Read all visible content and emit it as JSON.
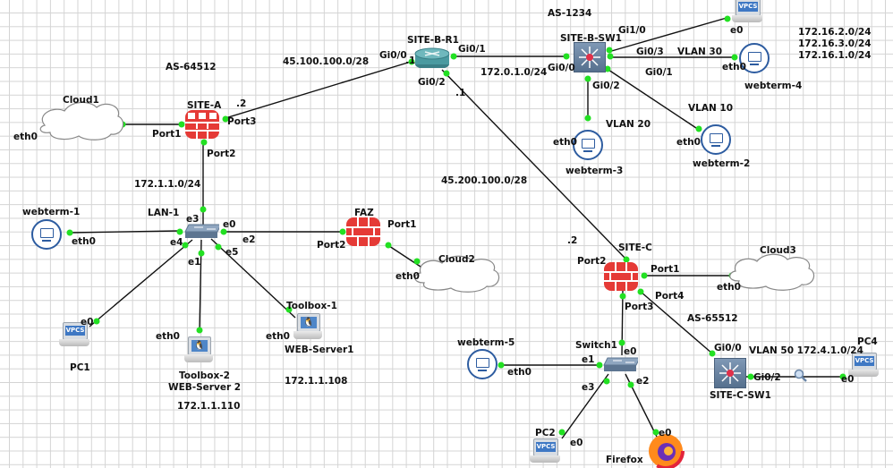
{
  "colors": {
    "firewall": "#e53a36",
    "link": "#111111",
    "port_dot": "#22e022",
    "grid": "#d4d4d4",
    "webterm": "#2d5ca0"
  },
  "annotations": {
    "as_site_a": "AS-64512",
    "as_site_b": "AS-1234",
    "as_site_c": "AS-65512",
    "net_a_b": "45.100.100.0/28",
    "net_b_c": "45.200.100.0/28",
    "net_r1_sw1": "172.0.1.0/24",
    "net_lan1": "172.1.1.0/24",
    "site_b_nets": [
      "172.16.2.0/24",
      "172.16.3.0/24",
      "172.16.1.0/24"
    ],
    "vlan30": "VLAN 30",
    "vlan20": "VLAN 20",
    "vlan10": "VLAN 10",
    "vlan50": "VLAN 50 172.4.1.0/24",
    "ip_web1": "172.1.1.108",
    "ip_web2": "172.1.1.110",
    "dot2_a": ".2",
    "dot1_r1a": ".1",
    "dot1_r1b": ".1",
    "dot2_c": ".2"
  },
  "nodes": {
    "cloud1": {
      "name": "Cloud1",
      "port": "eth0",
      "icon": "cloud-icon"
    },
    "site_a": {
      "name": "SITE-A",
      "ports": [
        "Port1",
        "Port2",
        "Port3"
      ],
      "icon": "firewall-icon"
    },
    "site_b_r1": {
      "name": "SITE-B-R1",
      "ports": [
        "Gi0/0",
        "Gi0/1",
        "Gi0/2"
      ],
      "icon": "router-icon"
    },
    "site_b_sw1": {
      "name": "SITE-B-SW1",
      "ports": [
        "Gi0/0",
        "Gi1/0",
        "Gi0/3",
        "Gi0/1",
        "Gi0/2"
      ],
      "icon": "multilayer-switch-icon"
    },
    "vpcs_b": {
      "name": "VPCS",
      "port": "e0",
      "icon": "vpcs-icon"
    },
    "webterm4": {
      "name": "webterm-4",
      "port": "eth0",
      "icon": "webterm-icon"
    },
    "webterm3": {
      "name": "webterm-3",
      "port": "eth0",
      "icon": "webterm-icon"
    },
    "webterm2": {
      "name": "webterm-2",
      "port": "eth0",
      "icon": "webterm-icon"
    },
    "webterm1": {
      "name": "webterm-1",
      "port": "eth0",
      "icon": "webterm-icon"
    },
    "lan1": {
      "name": "LAN-1",
      "ports": [
        "e3",
        "e0",
        "e4",
        "e2",
        "e1",
        "e5"
      ],
      "icon": "switch-icon"
    },
    "faz": {
      "name": "FAZ",
      "ports": [
        "Port1",
        "Port2"
      ],
      "icon": "firewall-icon"
    },
    "cloud2": {
      "name": "Cloud2",
      "port": "eth0",
      "icon": "cloud-icon"
    },
    "pc1": {
      "name": "PC1",
      "port": "e0",
      "screen": "VPCS",
      "icon": "vpcs-icon"
    },
    "toolbox2": {
      "name": "Toolbox-2",
      "name2": "WEB-Server 2",
      "port": "eth0",
      "icon": "linux-icon"
    },
    "toolbox1": {
      "name": "Toolbox-1",
      "name2": "WEB-Server1",
      "port": "eth0",
      "icon": "linux-icon"
    },
    "site_c": {
      "name": "SITE-C",
      "ports": [
        "Port2",
        "Port1",
        "Port4",
        "Port3"
      ],
      "icon": "firewall-icon"
    },
    "cloud3": {
      "name": "Cloud3",
      "port": "eth0",
      "icon": "cloud-icon"
    },
    "switch1": {
      "name": "Switch1",
      "ports": [
        "e0",
        "e1",
        "e3",
        "e2"
      ],
      "icon": "switch-icon"
    },
    "webterm5": {
      "name": "webterm-5",
      "port": "eth0",
      "icon": "webterm-icon"
    },
    "site_c_sw1": {
      "name": "SITE-C-SW1",
      "ports": [
        "Gi0/0",
        "Gi0/2"
      ],
      "icon": "multilayer-switch-icon"
    },
    "pc4": {
      "name": "PC4",
      "port": "e0",
      "screen": "VPCS",
      "icon": "vpcs-icon"
    },
    "pc2": {
      "name": "PC2",
      "port": "e0",
      "screen": "VPCS",
      "icon": "vpcs-icon"
    },
    "firefox": {
      "name": "Firefox",
      "port": "e0",
      "icon": "firefox-icon"
    }
  }
}
